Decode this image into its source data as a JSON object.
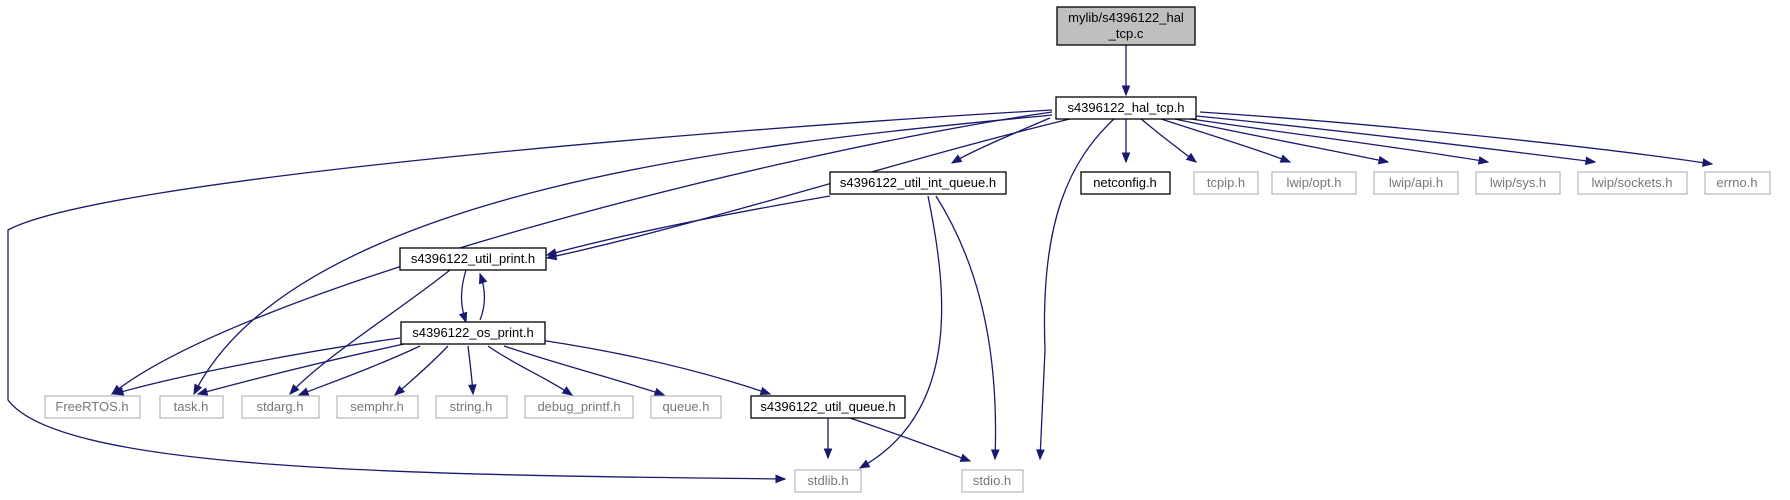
{
  "diagram": {
    "edge_color": "#191970",
    "nodes": [
      {
        "id": "root",
        "lines": [
          "mylib/s4396122_hal",
          "_tcp.c"
        ],
        "kind": "root"
      },
      {
        "id": "hal_tcp",
        "lines": [
          "s4396122_hal_tcp.h"
        ],
        "kind": "doc"
      },
      {
        "id": "int_queue",
        "lines": [
          "s4396122_util_int_queue.h"
        ],
        "kind": "doc"
      },
      {
        "id": "netconfig",
        "lines": [
          "netconfig.h"
        ],
        "kind": "doc"
      },
      {
        "id": "tcpip",
        "lines": [
          "tcpip.h"
        ],
        "kind": "ext"
      },
      {
        "id": "lwip_opt",
        "lines": [
          "lwip/opt.h"
        ],
        "kind": "ext"
      },
      {
        "id": "lwip_api",
        "lines": [
          "lwip/api.h"
        ],
        "kind": "ext"
      },
      {
        "id": "lwip_sys",
        "lines": [
          "lwip/sys.h"
        ],
        "kind": "ext"
      },
      {
        "id": "lwip_sockets",
        "lines": [
          "lwip/sockets.h"
        ],
        "kind": "ext"
      },
      {
        "id": "errno",
        "lines": [
          "errno.h"
        ],
        "kind": "ext"
      },
      {
        "id": "util_print",
        "lines": [
          "s4396122_util_print.h"
        ],
        "kind": "doc"
      },
      {
        "id": "os_print",
        "lines": [
          "s4396122_os_print.h"
        ],
        "kind": "doc"
      },
      {
        "id": "freertos",
        "lines": [
          "FreeRTOS.h"
        ],
        "kind": "ext"
      },
      {
        "id": "task",
        "lines": [
          "task.h"
        ],
        "kind": "ext"
      },
      {
        "id": "stdarg",
        "lines": [
          "stdarg.h"
        ],
        "kind": "ext"
      },
      {
        "id": "semphr",
        "lines": [
          "semphr.h"
        ],
        "kind": "ext"
      },
      {
        "id": "string",
        "lines": [
          "string.h"
        ],
        "kind": "ext"
      },
      {
        "id": "debug_printf",
        "lines": [
          "debug_printf.h"
        ],
        "kind": "ext"
      },
      {
        "id": "queue",
        "lines": [
          "queue.h"
        ],
        "kind": "ext"
      },
      {
        "id": "util_queue",
        "lines": [
          "s4396122_util_queue.h"
        ],
        "kind": "doc"
      },
      {
        "id": "stdlib",
        "lines": [
          "stdlib.h"
        ],
        "kind": "ext"
      },
      {
        "id": "stdio",
        "lines": [
          "stdio.h"
        ],
        "kind": "ext"
      }
    ],
    "edges": [
      {
        "from": "root",
        "to": "hal_tcp"
      },
      {
        "from": "hal_tcp",
        "to": "int_queue"
      },
      {
        "from": "hal_tcp",
        "to": "netconfig"
      },
      {
        "from": "hal_tcp",
        "to": "tcpip"
      },
      {
        "from": "hal_tcp",
        "to": "lwip_opt"
      },
      {
        "from": "hal_tcp",
        "to": "lwip_api"
      },
      {
        "from": "hal_tcp",
        "to": "lwip_sys"
      },
      {
        "from": "hal_tcp",
        "to": "lwip_sockets"
      },
      {
        "from": "hal_tcp",
        "to": "errno"
      },
      {
        "from": "hal_tcp",
        "to": "util_print"
      },
      {
        "from": "hal_tcp",
        "to": "freertos"
      },
      {
        "from": "hal_tcp",
        "to": "task"
      },
      {
        "from": "hal_tcp",
        "to": "stdlib"
      },
      {
        "from": "hal_tcp",
        "to": "stdio"
      },
      {
        "from": "int_queue",
        "to": "util_print"
      },
      {
        "from": "int_queue",
        "to": "stdlib"
      },
      {
        "from": "int_queue",
        "to": "stdio"
      },
      {
        "from": "util_print",
        "to": "os_print"
      },
      {
        "from": "os_print",
        "to": "util_print"
      },
      {
        "from": "util_print",
        "to": "stdarg"
      },
      {
        "from": "os_print",
        "to": "freertos"
      },
      {
        "from": "os_print",
        "to": "task"
      },
      {
        "from": "os_print",
        "to": "stdarg"
      },
      {
        "from": "os_print",
        "to": "semphr"
      },
      {
        "from": "os_print",
        "to": "string"
      },
      {
        "from": "os_print",
        "to": "debug_printf"
      },
      {
        "from": "os_print",
        "to": "queue"
      },
      {
        "from": "os_print",
        "to": "util_queue"
      },
      {
        "from": "util_queue",
        "to": "stdlib"
      },
      {
        "from": "util_queue",
        "to": "stdio"
      }
    ]
  }
}
